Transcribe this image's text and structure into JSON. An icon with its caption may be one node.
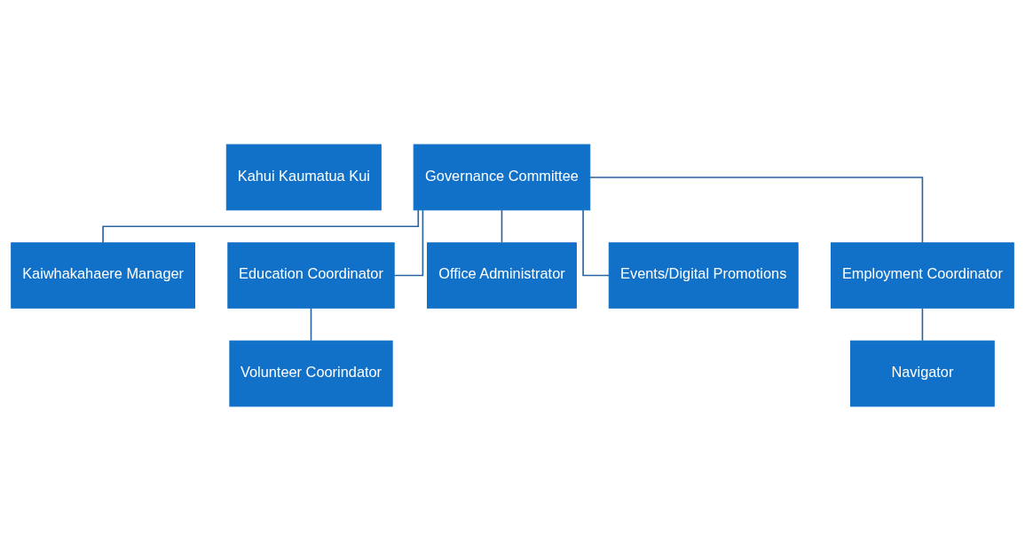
{
  "diagram": {
    "nodes": [
      {
        "text": [
          "Kahui Kaumatua Kui"
        ]
      },
      {
        "text": [
          "Governance Committee"
        ]
      },
      {
        "text": [
          "Kaiwhakahaere Manager"
        ]
      },
      {
        "text": [
          "Education Coordinator"
        ]
      },
      {
        "text": [
          "Office Administrator"
        ]
      },
      {
        "text": [
          "Events/Digital Promotions"
        ]
      },
      {
        "text": [
          "Employment Coordinator"
        ]
      },
      {
        "text": [
          "Volunteer Coorindator"
        ]
      },
      {
        "text": [
          "Navigator"
        ]
      }
    ],
    "edges": [
      {
        "from": 1,
        "to": 2,
        "arrow": "none"
      },
      {
        "from": 1,
        "to": 3,
        "arrow": "none"
      },
      {
        "from": 1,
        "to": 4,
        "arrow": "none"
      },
      {
        "from": 1,
        "to": 5,
        "arrow": "none"
      },
      {
        "from": 1,
        "to": 6,
        "arrow": "none"
      },
      {
        "from": 3,
        "to": 7,
        "arrow": "none"
      },
      {
        "from": 6,
        "to": 8,
        "arrow": "none"
      }
    ]
  }
}
